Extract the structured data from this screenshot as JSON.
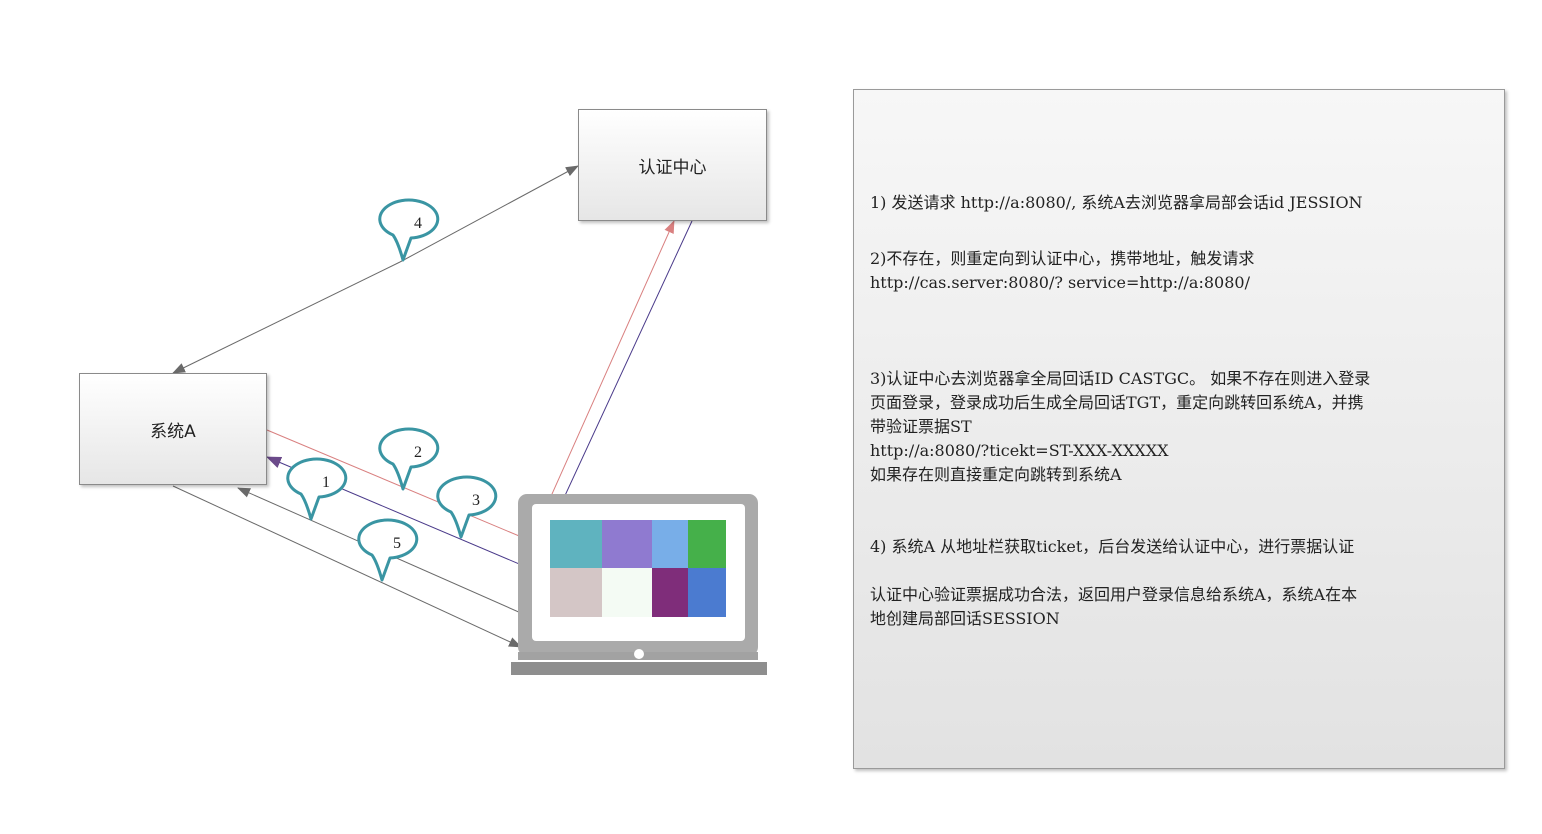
{
  "nodes": {
    "auth_center": "认证中心",
    "system_a": "系统A"
  },
  "steps": [
    "1",
    "2",
    "3",
    "4",
    "5"
  ],
  "notes": {
    "line1": "1) 发送请求 http://a:8080/, 系统A去浏览器拿局部会话id JESSION",
    "line2": "2)不存在，则重定向到认证中心，携带地址，触发请求",
    "line3": "http://cas.server:8080/? service=http://a:8080/",
    "line4": "3)认证中心去浏览器拿全局回话ID CASTGC。 如果不存在则进入登录",
    "line5": "页面登录，登录成功后生成全局回话TGT，重定向跳转回系统A，并携",
    "line6": "带验证票据ST",
    "line7": "http://a:8080/?ticekt=ST-XXX-XXXXX",
    "line8": "如果存在则直接重定向跳转到系统A",
    "line9": "4) 系统A 从地址栏获取ticket，后台发送给认证中心，进行票据认证",
    "line10": "认证中心验证票据成功合法，返回用户登录信息给系统A，系统A在本",
    "line11": "地创建局部回话SESSION"
  },
  "colors": {
    "bubble_stroke": "#3a95a3",
    "arrow_gray": "#6a6a6a",
    "arrow_red": "#d98080",
    "arrow_purple": "#4a3a8a",
    "arrow_purple_head": "#6b4a8a",
    "laptop_frame": "#aaaaaa",
    "tiles": [
      "#5fb3bf",
      "#8f7ad0",
      "#78aee8",
      "#45b04a",
      "#d4c6c6",
      "#f4fbf4",
      "#7f2d7a",
      "#4b7bd0"
    ]
  }
}
